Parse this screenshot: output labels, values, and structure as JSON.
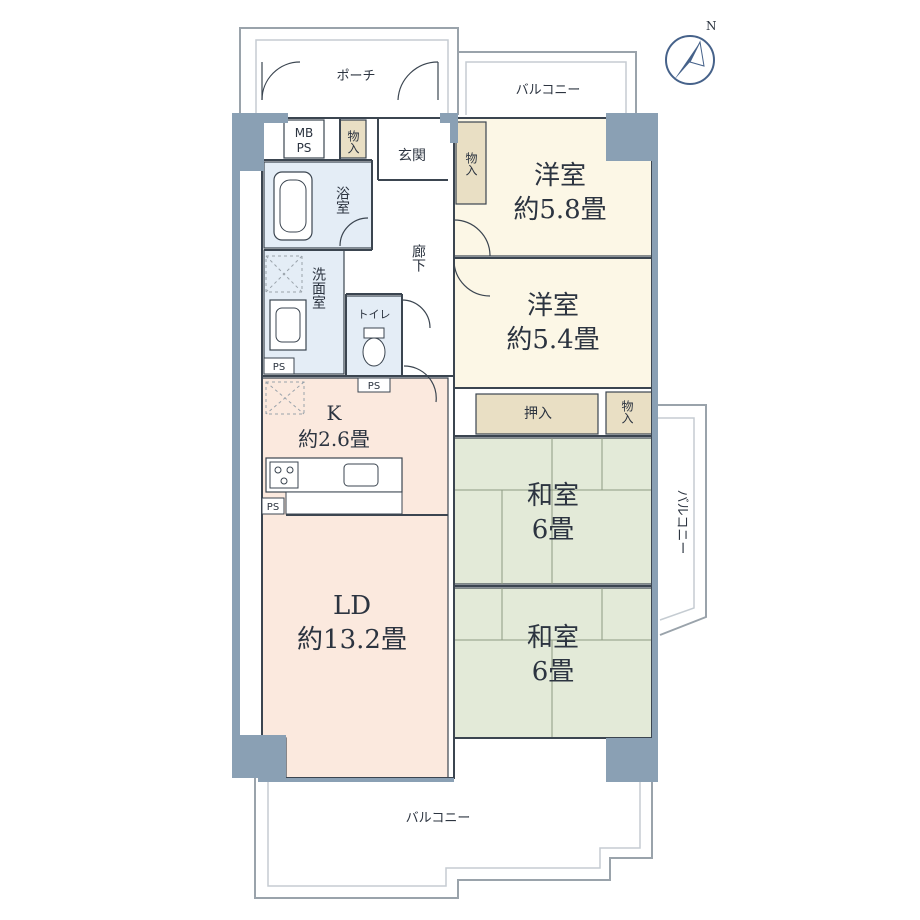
{
  "labels": {
    "porch": "ポーチ",
    "balcony_top": "バルコニー",
    "balcony_right": "バルコニー",
    "balcony_bottom": "バルコニー",
    "mbps_1": "MB",
    "mbps_2": "PS",
    "storage_entry": "物入",
    "genkan": "玄関",
    "bath": "浴室",
    "corridor": "廊下",
    "washroom": "洗面室",
    "toilet": "トイレ",
    "ps": "PS",
    "storage_western1": "物入",
    "western1_name": "洋室",
    "western1_size": "約5.8畳",
    "western2_name": "洋室",
    "western2_size": "約5.4畳",
    "closet": "押入",
    "storage_mid": "物入",
    "kitchen_name": "K",
    "kitchen_size": "約2.6畳",
    "japanese1_name": "和室",
    "japanese1_size": "6畳",
    "japanese2_name": "和室",
    "japanese2_size": "6畳",
    "ld_name": "LD",
    "ld_size": "約13.2畳"
  },
  "colors": {
    "wall": "#8aa0b4",
    "line": "#3b4550",
    "western": "#fcf7e6",
    "japanese": "#e3ead8",
    "ld": "#fbe9de",
    "wet": "#e4edf6",
    "storage": "#e9dfc4",
    "floor_white": "#ffffff",
    "compass": "#46628a"
  },
  "icons": [
    "compass-icon",
    "bathtub-icon",
    "toilet-icon",
    "washbasin-icon",
    "stove-icon",
    "sink-icon"
  ]
}
